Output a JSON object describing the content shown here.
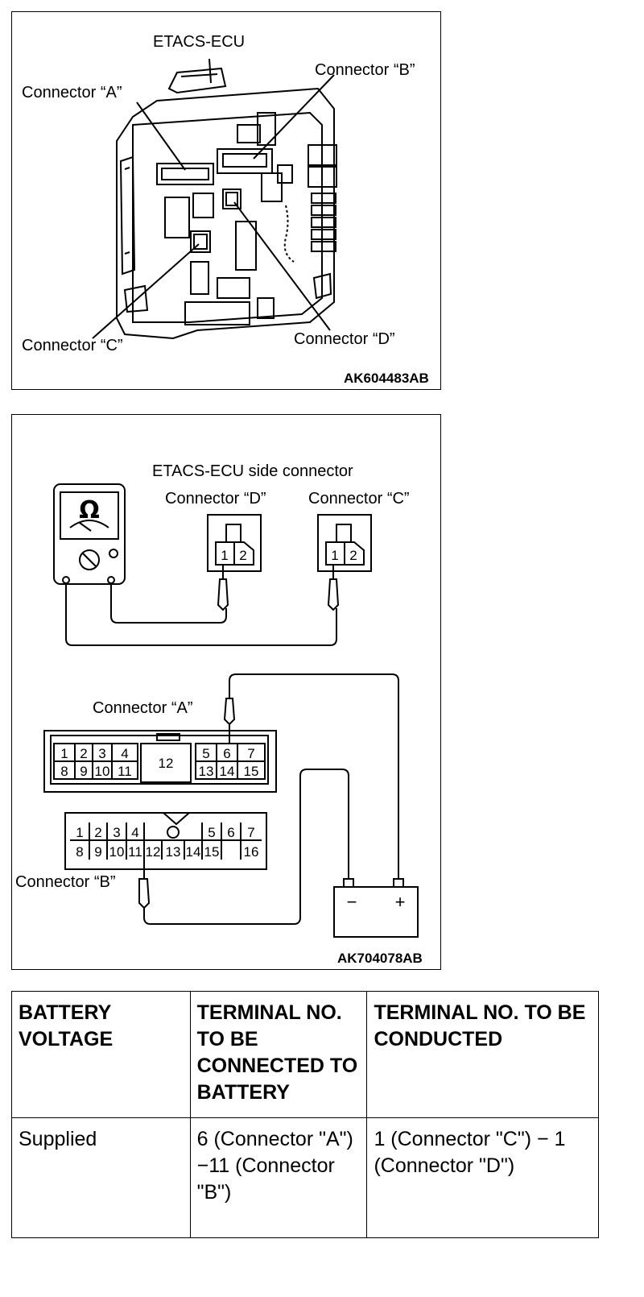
{
  "figure1": {
    "title": "ETACS-ECU",
    "connector_a": "Connector “A”",
    "connector_b": "Connector “B”",
    "connector_c": "Connector “C”",
    "connector_d": "Connector “D”",
    "code": "AK604483AB"
  },
  "figure2": {
    "side_connector": "ETACS-ECU side connector",
    "connector_d": "Connector “D”",
    "connector_c": "Connector “C”",
    "connector_a": "Connector “A”",
    "connector_b": "Connector “B”",
    "meter_symbol": "Ω",
    "pins_two": [
      "1",
      "2"
    ],
    "connector_a_top_pins": [
      "1",
      "2",
      "3",
      "4",
      "5",
      "6",
      "7"
    ],
    "connector_a_bottom_pins": [
      "8",
      "9",
      "10",
      "11",
      "13",
      "14",
      "15"
    ],
    "connector_a_center": "12",
    "connector_b_top_pins": [
      "1",
      "2",
      "3",
      "4",
      "5",
      "6",
      "7"
    ],
    "connector_b_bottom_pins": [
      "8",
      "9",
      "10",
      "11",
      "12",
      "13",
      "14",
      "15",
      "16"
    ],
    "battery_minus": "−",
    "battery_plus": "+",
    "code": "AK704078AB"
  },
  "table": {
    "headers": [
      "BATTERY VOLTAGE",
      "TERMINAL NO. TO BE CONNECTED TO BATTERY",
      "TERMINAL NO. TO BE CONDUCTED"
    ],
    "rows": [
      [
        "Supplied",
        "6 (Connector \"A\") −11 (Connector \"B\")",
        "1 (Connector \"C\") − 1 (Connector \"D\")"
      ]
    ]
  }
}
